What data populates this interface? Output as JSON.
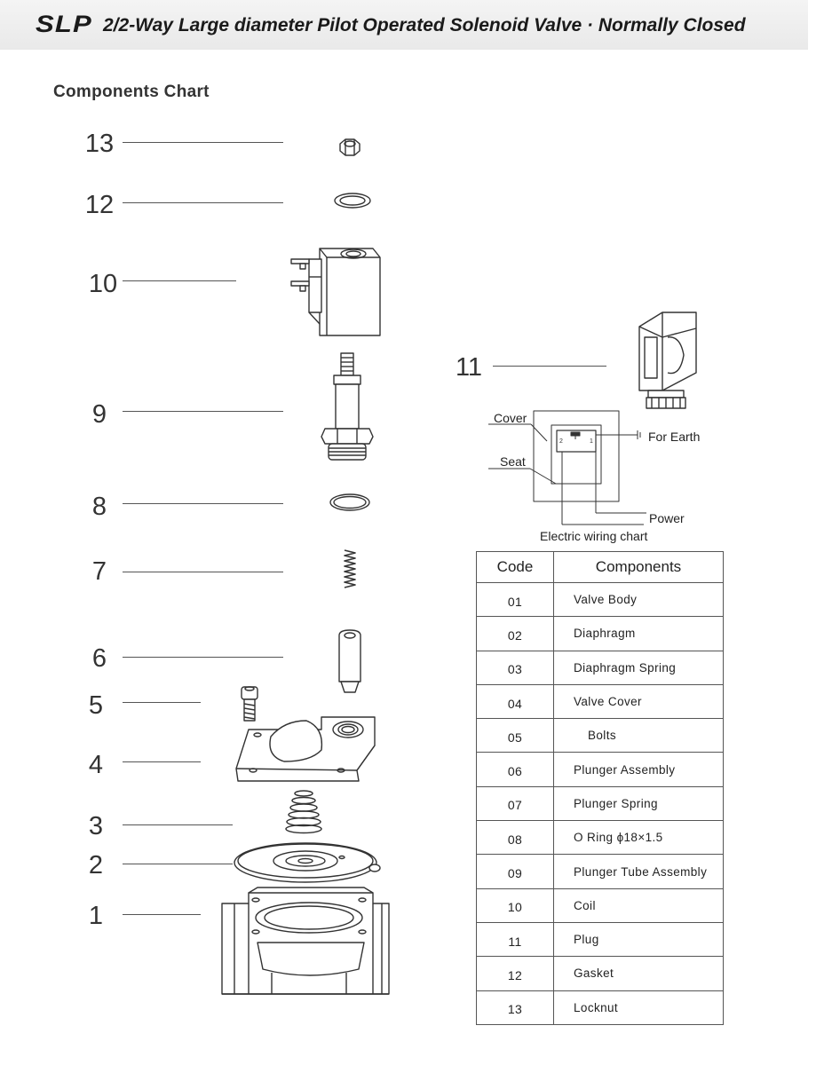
{
  "header": {
    "brand": "SLP",
    "title": "2/2-Way Large diameter Pilot Operated Solenoid Valve · Normally Closed"
  },
  "section_title": "Components Chart",
  "callouts": [
    "13",
    "12",
    "10",
    "9",
    "8",
    "7",
    "6",
    "5",
    "4",
    "3",
    "2",
    "1",
    "11"
  ],
  "wiring": {
    "cover_label": "Cover",
    "seat_label": "Seat",
    "earth_label": "For Earth",
    "power_label": "Power",
    "caption": "Electric wiring chart"
  },
  "table": {
    "headers": [
      "Code",
      "Components"
    ],
    "rows": [
      {
        "code": "01",
        "name": "Valve Body"
      },
      {
        "code": "02",
        "name": "Diaphragm"
      },
      {
        "code": "03",
        "name": "Diaphragm Spring"
      },
      {
        "code": "04",
        "name": "Valve Cover"
      },
      {
        "code": "05",
        "name": "Bolts"
      },
      {
        "code": "06",
        "name": "Plunger Assembly"
      },
      {
        "code": "07",
        "name": "Plunger Spring"
      },
      {
        "code": "08",
        "name": "O Ring ϕ18×1.5"
      },
      {
        "code": "09",
        "name": "Plunger Tube Assembly"
      },
      {
        "code": "10",
        "name": "Coil"
      },
      {
        "code": "11",
        "name": "Plug"
      },
      {
        "code": "12",
        "name": "Gasket"
      },
      {
        "code": "13",
        "name": "Locknut"
      }
    ]
  }
}
